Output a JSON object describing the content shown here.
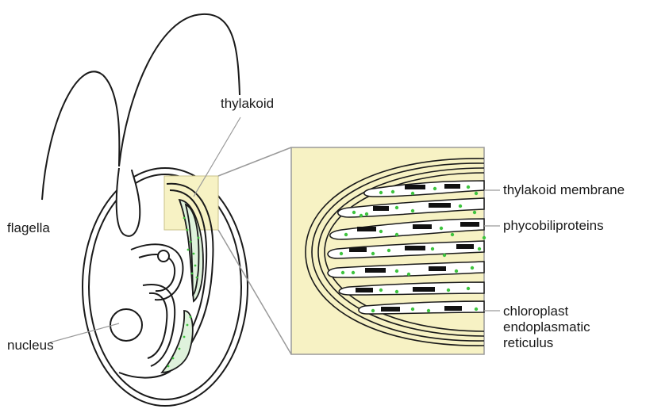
{
  "labels": {
    "flagella": "flagella",
    "thylakoid": "thylakoid",
    "nucleus": "nucleus",
    "thylakoid_membrane": "thylakoid membrane",
    "phycobiliproteins": "phycobiliproteins",
    "chloroplast_er": [
      "chloroplast",
      "endoplasmatic",
      "reticulus"
    ]
  },
  "colors": {
    "inset_fill": "#f7f2c4",
    "pigment_dots": "#3ec43e",
    "outline": "#1a1a1a",
    "leader_line": "#9a9a9a"
  }
}
